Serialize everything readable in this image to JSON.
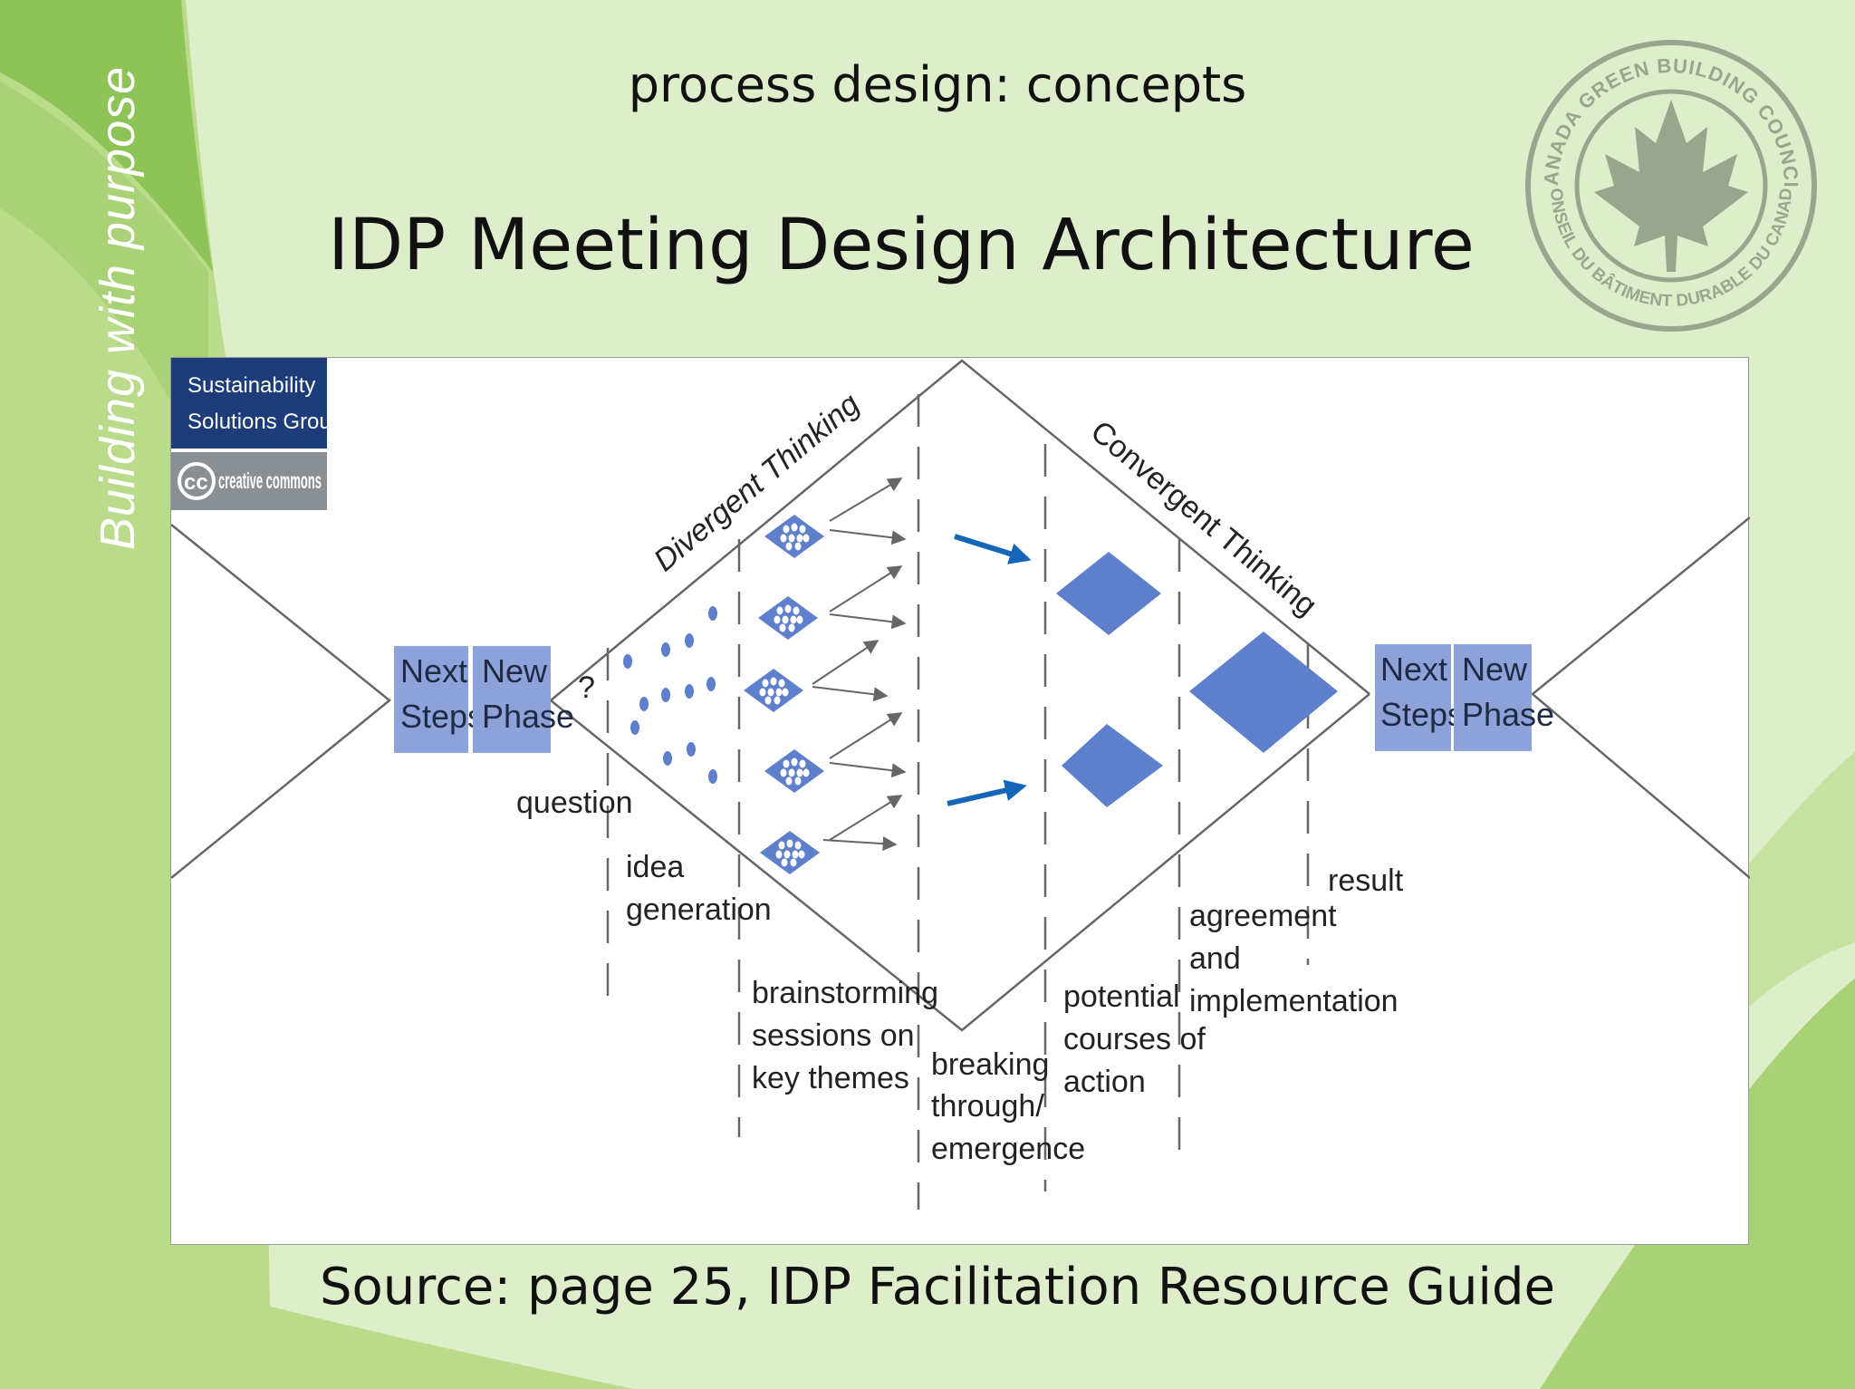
{
  "slide": {
    "side_text": "Building  with purpose",
    "subtitle": "process design: concepts",
    "title": "IDP Meeting Design Architecture",
    "source": "Source: page 25, IDP Facilitation Resource Guide"
  },
  "logo": {
    "ring_top": "CANADA GREEN BUILDING COUNCIL",
    "ring_bottom": "CONSEIL DU BÂTIMENT DURABLE DU CANADA",
    "icon": "maple-leaf-icon"
  },
  "diagram": {
    "divergent_label": "Divergent Thinking",
    "convergent_label": "Convergent Thinking",
    "left_boxes": {
      "next": [
        "Next",
        "Steps"
      ],
      "new": [
        "New",
        "Phase"
      ]
    },
    "right_boxes": {
      "next": [
        "Next",
        "Steps"
      ],
      "new": [
        "New",
        "Phase"
      ]
    },
    "question_mark": "?",
    "stages": {
      "question": [
        "question"
      ],
      "idea_generation": [
        "idea",
        "generation"
      ],
      "brainstorming": [
        "brainstorming",
        "sessions on",
        "key themes"
      ],
      "breaking_through": [
        "breaking",
        "through/",
        "emergence"
      ],
      "potential_courses": [
        "potential",
        "courses of",
        "action"
      ],
      "agreement": [
        "agreement",
        "and",
        "implementation"
      ],
      "result": [
        "result"
      ]
    },
    "badge": {
      "line1": "Sustainability",
      "line2": "Solutions Group",
      "cc_text": "creative commons"
    }
  },
  "colors": {
    "box_fill": "#8ea2da",
    "shape_fill": "#5d7fcc",
    "arrow_blue": "#1566b8",
    "line_gray": "#666666",
    "badge_blue": "#1d3d7a"
  }
}
